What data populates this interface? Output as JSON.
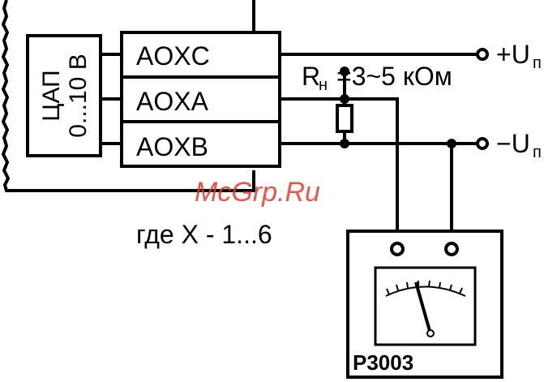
{
  "device": {
    "dac_label": "ЦАП",
    "dac_range": "0...10 В",
    "outputs": [
      "AOXC",
      "AOXA",
      "AOXB"
    ],
    "note": "где X - 1...6"
  },
  "load": {
    "r_label": "R",
    "r_subscript": "н",
    "r_value": "=3~5 кОм"
  },
  "terminals": {
    "plus_sign": "+U",
    "plus_subscript": "п",
    "minus_sign": "−U",
    "minus_subscript": "п"
  },
  "meter": {
    "model": "Р3003"
  },
  "watermark": "McGrp.Ru",
  "colors": {
    "line": "#000000",
    "watermark": "#e0392a"
  }
}
